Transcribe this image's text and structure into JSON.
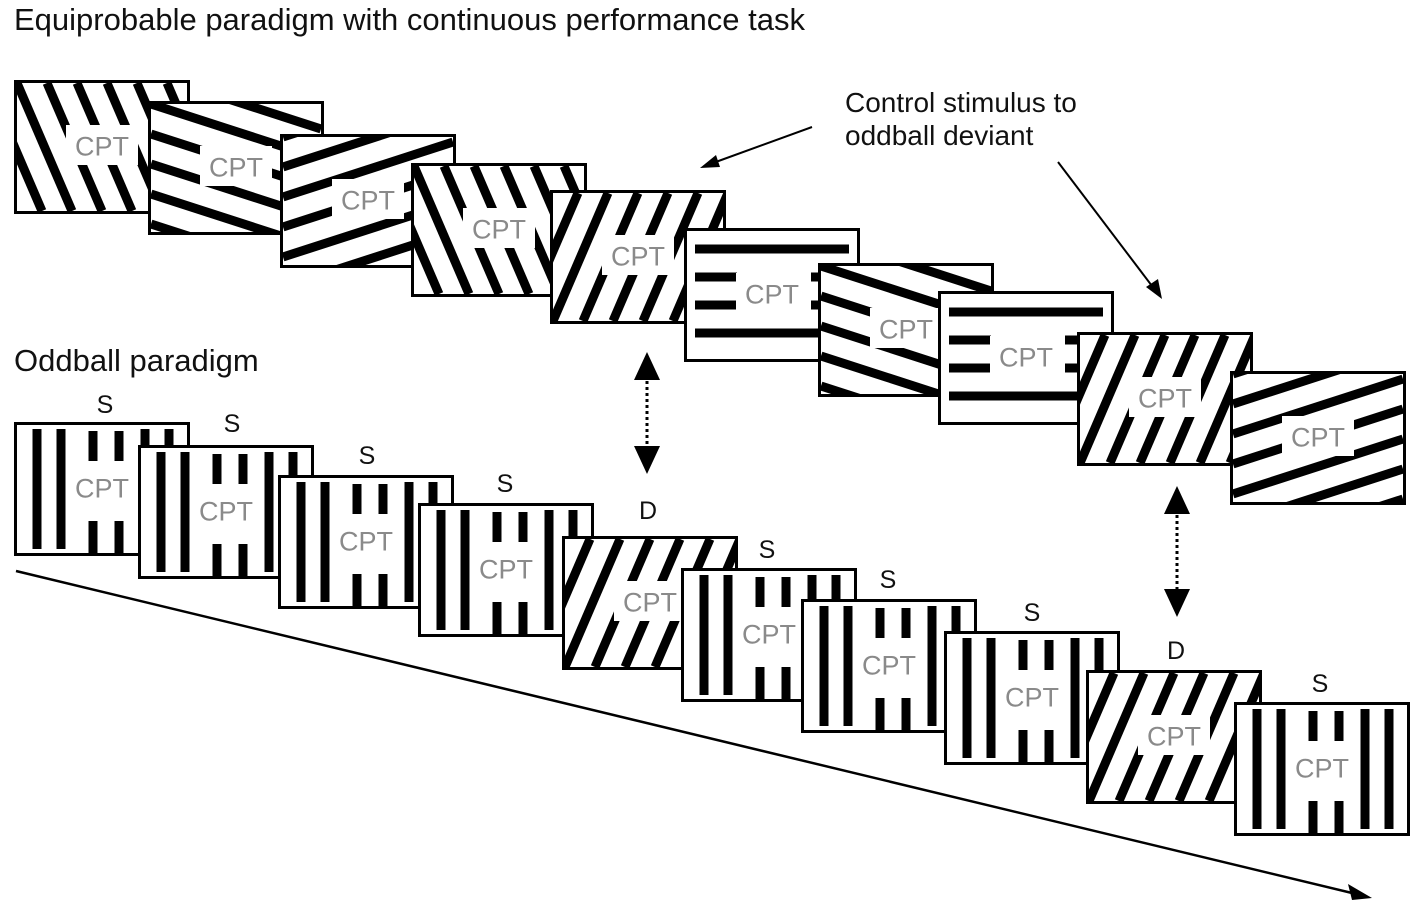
{
  "title_top": "Equiprobable paradigm with continuous performance task",
  "title_bottom": "Oddball paradigm",
  "annotation": [
    "Control stimulus to",
    "oddball deviant"
  ],
  "card_label": "CPT",
  "top_sequence": [
    {
      "pattern": "diag-steep-left"
    },
    {
      "pattern": "diag-shallow-down"
    },
    {
      "pattern": "diag-shallow-up"
    },
    {
      "pattern": "diag-steep-left"
    },
    {
      "pattern": "diag-steep-right"
    },
    {
      "pattern": "horizontal"
    },
    {
      "pattern": "diag-shallow-down"
    },
    {
      "pattern": "horizontal"
    },
    {
      "pattern": "diag-steep-right"
    },
    {
      "pattern": "diag-shallow-up"
    }
  ],
  "bottom_sequence": [
    {
      "letter": "S",
      "pattern": "vertical"
    },
    {
      "letter": "S",
      "pattern": "vertical"
    },
    {
      "letter": "S",
      "pattern": "vertical"
    },
    {
      "letter": "S",
      "pattern": "vertical"
    },
    {
      "letter": "D",
      "pattern": "diag-steep-right"
    },
    {
      "letter": "S",
      "pattern": "vertical"
    },
    {
      "letter": "S",
      "pattern": "vertical"
    },
    {
      "letter": "S",
      "pattern": "vertical"
    },
    {
      "letter": "D",
      "pattern": "diag-steep-right"
    },
    {
      "letter": "S",
      "pattern": "vertical"
    }
  ]
}
